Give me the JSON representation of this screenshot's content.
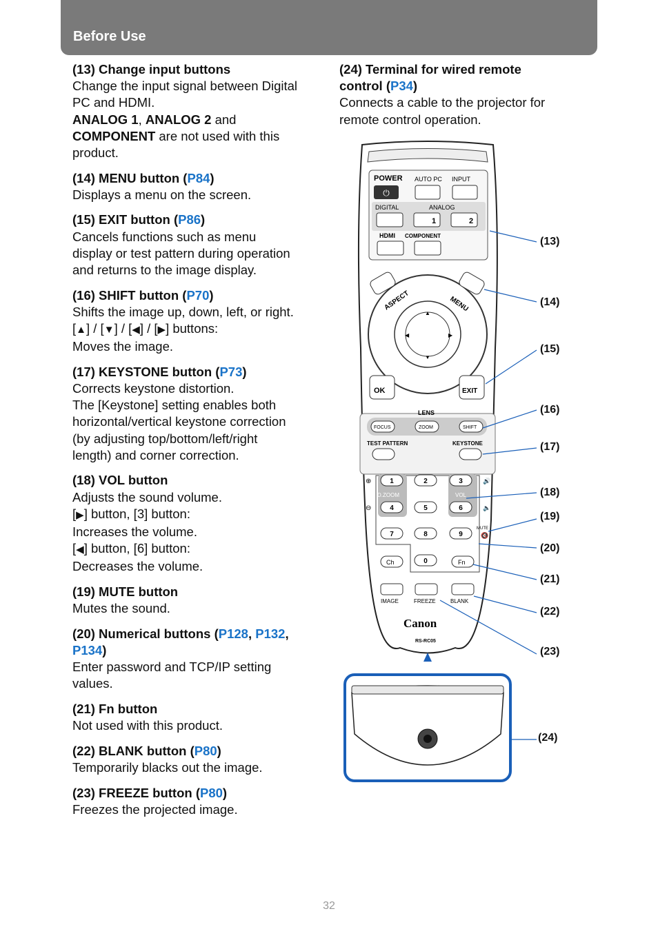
{
  "header": {
    "title": "Before Use"
  },
  "left_entries": [
    {
      "title_parts": [
        {
          "t": "(13) Change input buttons"
        }
      ],
      "lines": [
        [
          {
            "t": "Change the input signal between Digital"
          }
        ],
        [
          {
            "t": "PC and HDMI."
          }
        ],
        [
          {
            "t": "ANALOG 1",
            "b": true
          },
          {
            "t": ", "
          },
          {
            "t": "ANALOG 2",
            "b": true
          },
          {
            "t": " and"
          }
        ],
        [
          {
            "t": "COMPONENT",
            "b": true
          },
          {
            "t": " are not used with this"
          }
        ],
        [
          {
            "t": "product."
          }
        ]
      ]
    },
    {
      "title_parts": [
        {
          "t": "(14) MENU button ("
        },
        {
          "t": "P84",
          "link": true
        },
        {
          "t": ")"
        }
      ],
      "lines": [
        [
          {
            "t": "Displays a menu on the screen."
          }
        ]
      ]
    },
    {
      "title_parts": [
        {
          "t": "(15) EXIT button ("
        },
        {
          "t": "P86",
          "link": true
        },
        {
          "t": ")"
        }
      ],
      "lines": [
        [
          {
            "t": "Cancels functions such as menu"
          }
        ],
        [
          {
            "t": "display or test pattern during operation"
          }
        ],
        [
          {
            "t": "and returns to the image display."
          }
        ]
      ]
    },
    {
      "title_parts": [
        {
          "t": "(16) SHIFT button ("
        },
        {
          "t": "P70",
          "link": true
        },
        {
          "t": ")"
        }
      ],
      "lines": [
        [
          {
            "t": "Shifts the image up, down, left, or right."
          }
        ],
        [
          {
            "t": "["
          },
          {
            "t": "▲",
            "tri": true
          },
          {
            "t": "] / ["
          },
          {
            "t": "▼",
            "tri": true
          },
          {
            "t": "] / ["
          },
          {
            "t": "◀",
            "tri": true
          },
          {
            "t": "] / ["
          },
          {
            "t": "▶",
            "tri": true
          },
          {
            "t": "] buttons:"
          }
        ],
        [
          {
            "t": "Moves the image."
          }
        ]
      ]
    },
    {
      "title_parts": [
        {
          "t": "(17) KEYSTONE button ("
        },
        {
          "t": "P73",
          "link": true
        },
        {
          "t": ")"
        }
      ],
      "lines": [
        [
          {
            "t": "Corrects keystone distortion."
          }
        ],
        [
          {
            "t": "The [Keystone] setting enables both"
          }
        ],
        [
          {
            "t": "horizontal/vertical keystone correction"
          }
        ],
        [
          {
            "t": "(by adjusting top/bottom/left/right"
          }
        ],
        [
          {
            "t": "length) and corner correction."
          }
        ]
      ]
    },
    {
      "title_parts": [
        {
          "t": "(18) VOL button"
        }
      ],
      "lines": [
        [
          {
            "t": "Adjusts the sound volume."
          }
        ],
        [
          {
            "t": "["
          },
          {
            "t": "▶",
            "tri": true
          },
          {
            "t": "] button, [3] button:"
          }
        ],
        [
          {
            "t": "Increases the volume."
          }
        ],
        [
          {
            "t": "["
          },
          {
            "t": "◀",
            "tri": true
          },
          {
            "t": "] button, [6] button:"
          }
        ],
        [
          {
            "t": "Decreases the volume."
          }
        ]
      ]
    },
    {
      "title_parts": [
        {
          "t": "(19) MUTE button"
        }
      ],
      "lines": [
        [
          {
            "t": "Mutes the sound."
          }
        ]
      ]
    },
    {
      "title_parts": [
        {
          "t": "(20) Numerical buttons ("
        },
        {
          "t": "P128",
          "link": true
        },
        {
          "t": ", "
        },
        {
          "t": "P132",
          "link": true
        },
        {
          "t": ","
        }
      ],
      "title_parts2": [
        {
          "t": "P134",
          "link": true
        },
        {
          "t": ")"
        }
      ],
      "lines": [
        [
          {
            "t": "Enter password and TCP/IP setting"
          }
        ],
        [
          {
            "t": "values."
          }
        ]
      ]
    },
    {
      "title_parts": [
        {
          "t": "(21) Fn button"
        }
      ],
      "lines": [
        [
          {
            "t": "Not used with this product."
          }
        ]
      ]
    },
    {
      "title_parts": [
        {
          "t": "(22) BLANK button ("
        },
        {
          "t": "P80",
          "link": true
        },
        {
          "t": ")"
        }
      ],
      "lines": [
        [
          {
            "t": "Temporarily blacks out the image."
          }
        ]
      ]
    },
    {
      "title_parts": [
        {
          "t": "(23) FREEZE button ("
        },
        {
          "t": "P80",
          "link": true
        },
        {
          "t": ")"
        }
      ],
      "lines": [
        [
          {
            "t": "Freezes the projected image."
          }
        ]
      ]
    }
  ],
  "right_entries": [
    {
      "title_parts": [
        {
          "t": "(24) Terminal for wired remote"
        }
      ],
      "title_parts2": [
        {
          "t": "control ("
        },
        {
          "t": "P34",
          "link": true
        },
        {
          "t": ")"
        }
      ],
      "lines": [
        [
          {
            "t": "Connects a cable to the projector for"
          }
        ],
        [
          {
            "t": "remote control operation."
          }
        ]
      ]
    }
  ],
  "remote": {
    "labels": {
      "power": "POWER",
      "auto_pc": "AUTO PC",
      "input": "INPUT",
      "digital": "DIGITAL",
      "analog": "ANALOG",
      "analog1": "1",
      "analog2": "2",
      "hdmi": "HDMI",
      "component": "COMPONENT",
      "aspect": "ASPECT",
      "menu": "MENU",
      "ok": "OK",
      "exit": "EXIT",
      "lens": "LENS",
      "focus": "FOCUS",
      "zoom": "ZOOM",
      "shift": "SHIFT",
      "test_pattern": "TEST PATTERN",
      "keystone": "KEYSTONE",
      "dzoom": "D.ZOOM",
      "vol": "VOL",
      "mute": "MUTE",
      "ch": "Ch",
      "fn": "Fn",
      "image": "IMAGE",
      "freeze": "FREEZE",
      "blank": "BLANK",
      "brand": "Canon",
      "model": "RS-RC05"
    },
    "digits": [
      "1",
      "2",
      "3",
      "4",
      "5",
      "6",
      "7",
      "8",
      "9",
      "0"
    ]
  },
  "callouts": [
    "(13)",
    "(14)",
    "(15)",
    "(16)",
    "(17)",
    "(18)",
    "(19)",
    "(20)",
    "(21)",
    "(22)",
    "(23)",
    "(24)"
  ],
  "page_number": "32"
}
